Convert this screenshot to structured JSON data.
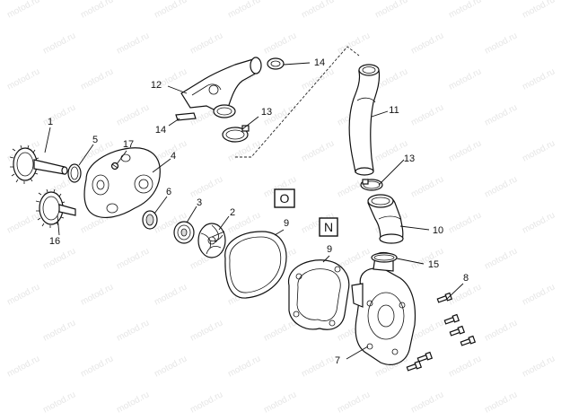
{
  "watermark": "motod.ru",
  "variant_labels": {
    "old": "O",
    "new": "N"
  },
  "callouts": [
    "1",
    "2",
    "3",
    "4",
    "5",
    "6",
    "7",
    "8",
    "9",
    "10",
    "11",
    "12",
    "13",
    "14",
    "15",
    "16",
    "17"
  ],
  "parts": [
    {
      "id": "1",
      "name": "gear-shaft"
    },
    {
      "id": "2",
      "name": "impeller"
    },
    {
      "id": "3",
      "name": "bearing"
    },
    {
      "id": "4",
      "name": "pump-cover"
    },
    {
      "id": "5",
      "name": "o-ring"
    },
    {
      "id": "6",
      "name": "seal"
    },
    {
      "id": "7",
      "name": "pump-housing"
    },
    {
      "id": "8",
      "name": "bolt"
    },
    {
      "id": "9",
      "name": "gasket"
    },
    {
      "id": "10",
      "name": "elbow-hose"
    },
    {
      "id": "11",
      "name": "upper-hose"
    },
    {
      "id": "12",
      "name": "thermostat-housing"
    },
    {
      "id": "13",
      "name": "hose-clamp"
    },
    {
      "id": "14",
      "name": "clip"
    },
    {
      "id": "15",
      "name": "clamp"
    },
    {
      "id": "16",
      "name": "gear"
    },
    {
      "id": "17",
      "name": "screw"
    }
  ]
}
